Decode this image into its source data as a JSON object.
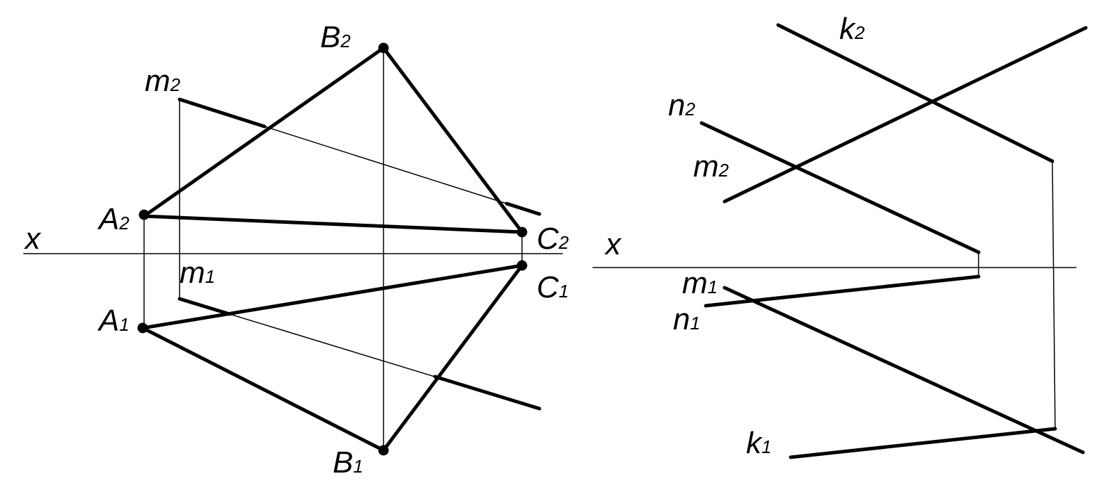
{
  "colors": {
    "ink": "#000000",
    "background": "#ffffff"
  },
  "left": {
    "axis_label": "x",
    "points": {
      "A2": {
        "main": "A",
        "sub": "2"
      },
      "B2": {
        "main": "B",
        "sub": "2"
      },
      "C2": {
        "main": "C",
        "sub": "2"
      },
      "A1": {
        "main": "A",
        "sub": "1"
      },
      "B1": {
        "main": "B",
        "sub": "1"
      },
      "C1": {
        "main": "C",
        "sub": "1"
      }
    },
    "lines": {
      "m2": {
        "main": "m",
        "sub": "2"
      },
      "m1": {
        "main": "m",
        "sub": "1"
      }
    }
  },
  "right": {
    "axis_label": "x",
    "lines": {
      "k2": {
        "main": "k",
        "sub": "2"
      },
      "n2": {
        "main": "n",
        "sub": "2"
      },
      "m2": {
        "main": "m",
        "sub": "2"
      },
      "m1": {
        "main": "m",
        "sub": "1"
      },
      "n1": {
        "main": "n",
        "sub": "1"
      },
      "k1": {
        "main": "k",
        "sub": "1"
      }
    }
  }
}
